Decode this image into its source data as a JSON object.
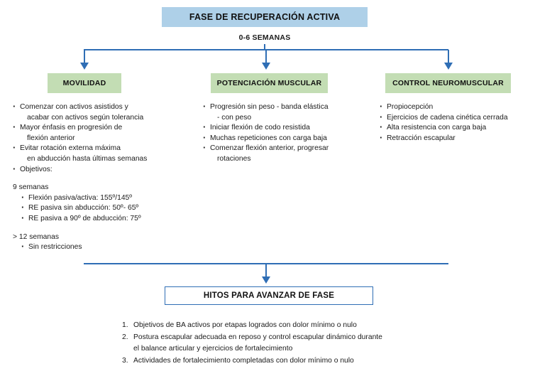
{
  "colors": {
    "phase_header_bg": "#aed0e8",
    "category_bg": "#c3ddb4",
    "connector_blue": "#2f6eb5",
    "text": "#1a1a1a",
    "box_border": "#2f6eb5",
    "page_bg": "#ffffff"
  },
  "header": {
    "phase_title": "FASE DE RECUPERACIÓN ACTIVA",
    "duration": "0-6 SEMANAS"
  },
  "columns": [
    {
      "title": "MOVILIDAD",
      "bullets": [
        {
          "text": "Comenzar con activos asistidos y",
          "continuation": "acabar con activos según tolerancia"
        },
        {
          "text": "Mayor énfasis en progresión de",
          "continuation": "flexión anterior"
        },
        {
          "text": "Evitar rotación externa máxima",
          "continuation": "en abducción hasta últimas semanas"
        },
        {
          "text": "Objetivos:",
          "continuation": ""
        }
      ],
      "subgroups": [
        {
          "title": "9 semanas",
          "items": [
            "Flexión pasiva/activa: 155º/145º",
            "RE pasiva sin abducción: 50º- 65º",
            "RE pasiva a 90º de abducción: 75º"
          ]
        },
        {
          "title": "> 12 semanas",
          "items": [
            "Sin restricciones"
          ]
        }
      ]
    },
    {
      "title": "POTENCIACIÓN MUSCULAR",
      "bullets": [
        {
          "text": "Progresión sin peso - banda elástica",
          "continuation": "- con peso"
        },
        {
          "text": "Iniciar flexión de codo resistida",
          "continuation": ""
        },
        {
          "text": "Muchas repeticiones con carga baja",
          "continuation": ""
        },
        {
          "text": "Comenzar flexión anterior, progresar",
          "continuation": "rotaciones"
        }
      ],
      "subgroups": []
    },
    {
      "title": "CONTROL NEUROMUSCULAR",
      "bullets": [
        {
          "text": "Propiocepción",
          "continuation": ""
        },
        {
          "text": "Ejercicios de cadena cinética cerrada",
          "continuation": ""
        },
        {
          "text": "Alta resistencia con carga baja",
          "continuation": ""
        },
        {
          "text": "Retracción escapular",
          "continuation": ""
        }
      ],
      "subgroups": []
    }
  ],
  "footer": {
    "milestones_title": "HITOS PARA AVANZAR DE FASE",
    "milestones": [
      {
        "number": "1.",
        "text": "Objetivos de BA activos por etapas logrados con dolor mínimo o nulo",
        "continuation": ""
      },
      {
        "number": "2.",
        "text": "Postura escapular adecuada en reposo y control escapular dinámico durante",
        "continuation": "el balance articular y ejercicios de fortalecimiento"
      },
      {
        "number": "3.",
        "text": "Actividades de fortalecimiento completadas con dolor mínimo o nulo",
        "continuation": ""
      }
    ]
  }
}
